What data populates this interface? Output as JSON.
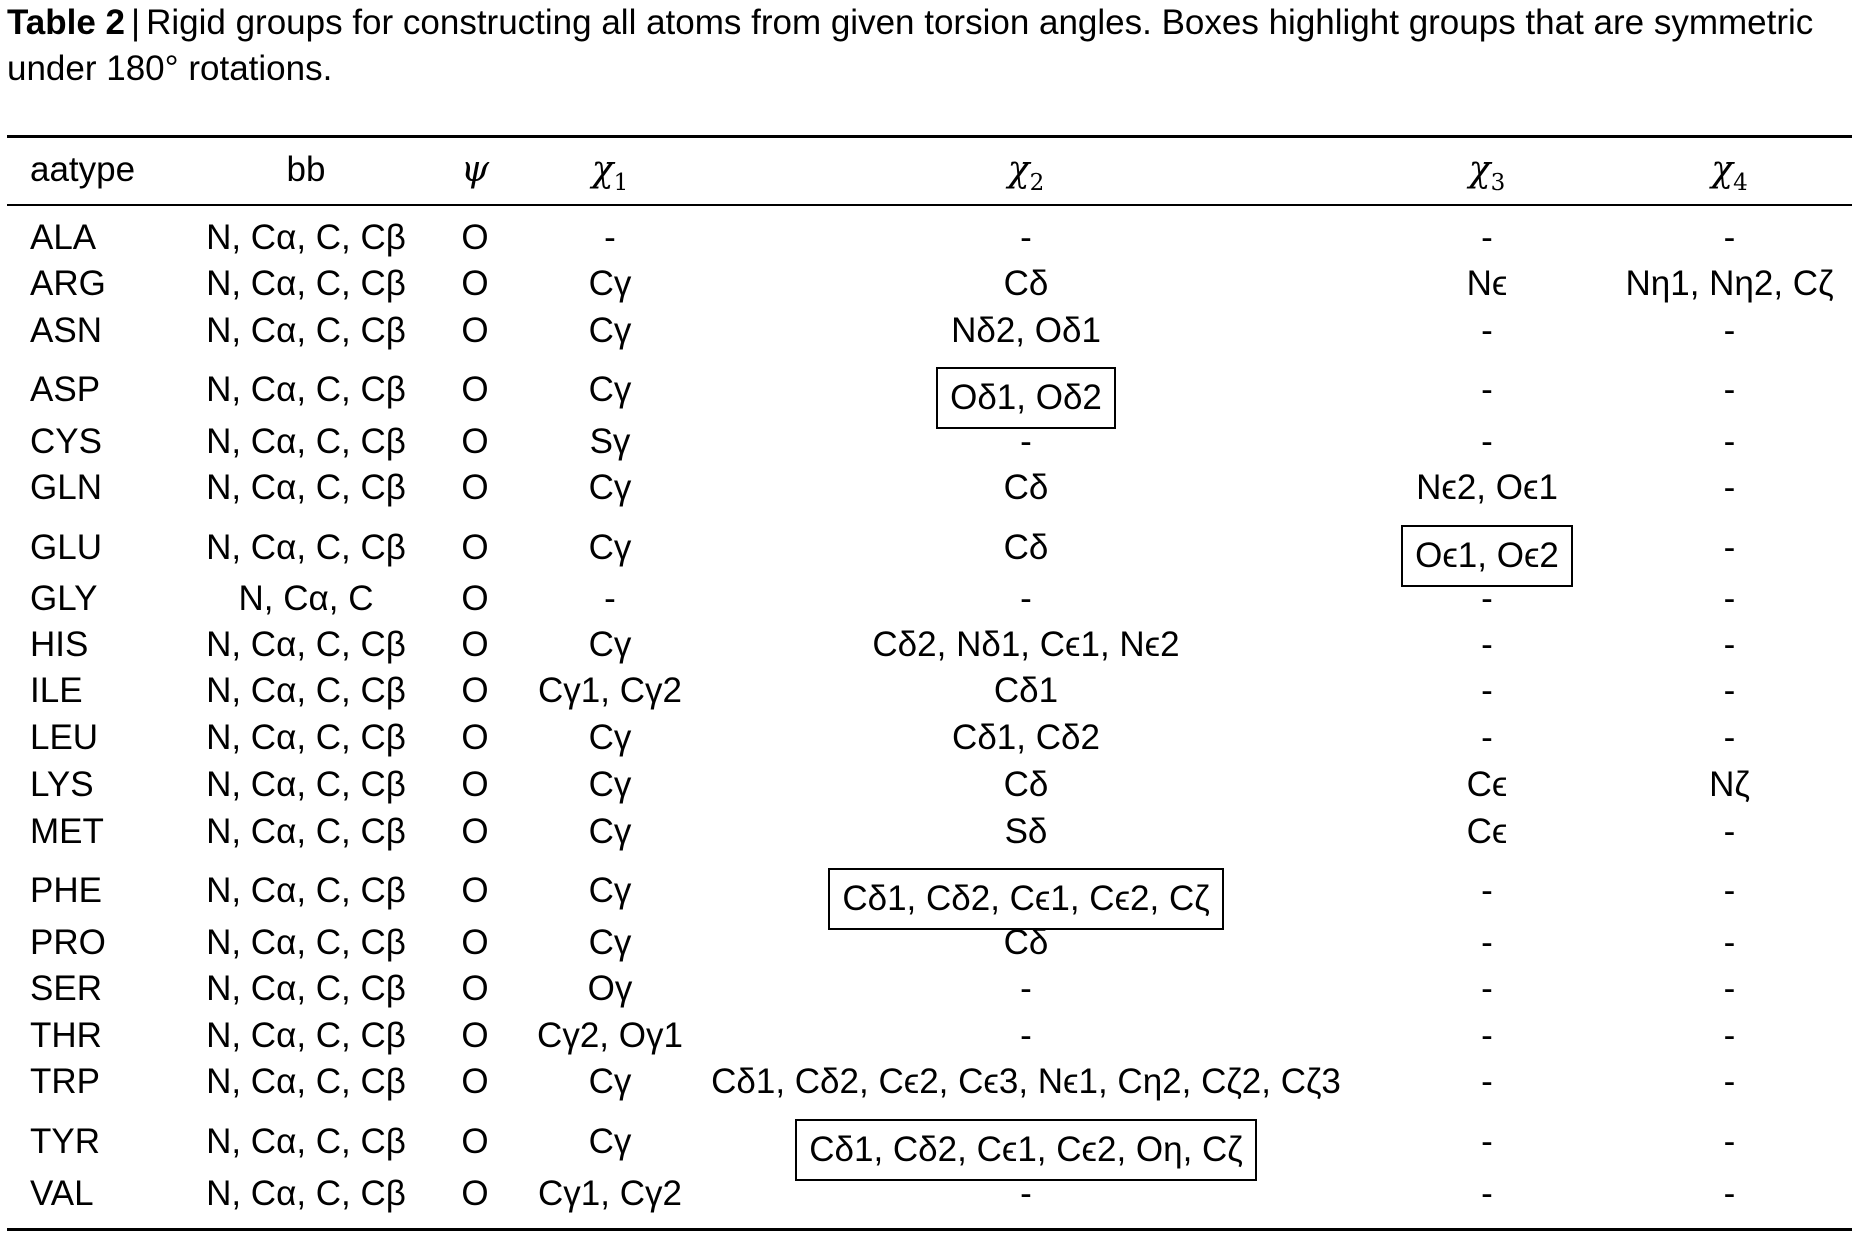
{
  "caption": {
    "label": "Table 2",
    "separator": "|",
    "text": "Rigid groups for constructing all atoms from given torsion angles. Boxes highlight groups that are symmetric under 180° rotations."
  },
  "table": {
    "headers": {
      "aatype": "aatype",
      "bb": "bb",
      "psi": "ψ",
      "chi1": "χ",
      "chi1_sub": "1",
      "chi2": "χ",
      "chi2_sub": "2",
      "chi3": "χ",
      "chi3_sub": "3",
      "chi4": "χ",
      "chi4_sub": "4"
    },
    "rows": [
      {
        "aatype": "ALA",
        "bb": "N, Cα, C, Cβ",
        "psi": "O",
        "chi1": "-",
        "chi2": "-",
        "chi3": "-",
        "chi4": "-",
        "boxed": ""
      },
      {
        "aatype": "ARG",
        "bb": "N, Cα, C, Cβ",
        "psi": "O",
        "chi1": "Cγ",
        "chi2": "Cδ",
        "chi3": "Nϵ",
        "chi4": "Nη1, Nη2, Cζ",
        "boxed": ""
      },
      {
        "aatype": "ASN",
        "bb": "N, Cα, C, Cβ",
        "psi": "O",
        "chi1": "Cγ",
        "chi2": "Nδ2, Oδ1",
        "chi3": "-",
        "chi4": "-",
        "boxed": ""
      },
      {
        "aatype": "ASP",
        "bb": "N, Cα, C, Cβ",
        "psi": "O",
        "chi1": "Cγ",
        "chi2": "Oδ1, Oδ2",
        "chi3": "-",
        "chi4": "-",
        "boxed": "chi2"
      },
      {
        "aatype": "CYS",
        "bb": "N, Cα, C, Cβ",
        "psi": "O",
        "chi1": "Sγ",
        "chi2": "-",
        "chi3": "-",
        "chi4": "-",
        "boxed": ""
      },
      {
        "aatype": "GLN",
        "bb": "N, Cα, C, Cβ",
        "psi": "O",
        "chi1": "Cγ",
        "chi2": "Cδ",
        "chi3": "Nϵ2, Oϵ1",
        "chi4": "-",
        "boxed": ""
      },
      {
        "aatype": "GLU",
        "bb": "N, Cα, C, Cβ",
        "psi": "O",
        "chi1": "Cγ",
        "chi2": "Cδ",
        "chi3": "Oϵ1, Oϵ2",
        "chi4": "-",
        "boxed": "chi3"
      },
      {
        "aatype": "GLY",
        "bb": "N, Cα, C",
        "psi": "O",
        "chi1": "-",
        "chi2": "-",
        "chi3": "-",
        "chi4": "-",
        "boxed": ""
      },
      {
        "aatype": "HIS",
        "bb": "N, Cα, C, Cβ",
        "psi": "O",
        "chi1": "Cγ",
        "chi2": "Cδ2, Nδ1, Cϵ1, Nϵ2",
        "chi3": "-",
        "chi4": "-",
        "boxed": ""
      },
      {
        "aatype": "ILE",
        "bb": "N, Cα, C, Cβ",
        "psi": "O",
        "chi1": "Cγ1, Cγ2",
        "chi2": "Cδ1",
        "chi3": "-",
        "chi4": "-",
        "boxed": ""
      },
      {
        "aatype": "LEU",
        "bb": "N, Cα, C, Cβ",
        "psi": "O",
        "chi1": "Cγ",
        "chi2": "Cδ1, Cδ2",
        "chi3": "-",
        "chi4": "-",
        "boxed": ""
      },
      {
        "aatype": "LYS",
        "bb": "N, Cα, C, Cβ",
        "psi": "O",
        "chi1": "Cγ",
        "chi2": "Cδ",
        "chi3": "Cϵ",
        "chi4": "Nζ",
        "boxed": ""
      },
      {
        "aatype": "MET",
        "bb": "N, Cα, C, Cβ",
        "psi": "O",
        "chi1": "Cγ",
        "chi2": "Sδ",
        "chi3": "Cϵ",
        "chi4": "-",
        "boxed": ""
      },
      {
        "aatype": "PHE",
        "bb": "N, Cα, C, Cβ",
        "psi": "O",
        "chi1": "Cγ",
        "chi2": "Cδ1, Cδ2, Cϵ1, Cϵ2, Cζ",
        "chi3": "-",
        "chi4": "-",
        "boxed": "chi2"
      },
      {
        "aatype": "PRO",
        "bb": "N, Cα, C, Cβ",
        "psi": "O",
        "chi1": "Cγ",
        "chi2": "Cδ",
        "chi3": "-",
        "chi4": "-",
        "boxed": ""
      },
      {
        "aatype": "SER",
        "bb": "N, Cα, C, Cβ",
        "psi": "O",
        "chi1": "Oγ",
        "chi2": "-",
        "chi3": "-",
        "chi4": "-",
        "boxed": ""
      },
      {
        "aatype": "THR",
        "bb": "N, Cα, C, Cβ",
        "psi": "O",
        "chi1": "Cγ2, Oγ1",
        "chi2": "-",
        "chi3": "-",
        "chi4": "-",
        "boxed": ""
      },
      {
        "aatype": "TRP",
        "bb": "N, Cα, C, Cβ",
        "psi": "O",
        "chi1": "Cγ",
        "chi2": "Cδ1, Cδ2, Cϵ2, Cϵ3, Nϵ1, Cη2, Cζ2, Cζ3",
        "chi3": "-",
        "chi4": "-",
        "boxed": ""
      },
      {
        "aatype": "TYR",
        "bb": "N, Cα, C, Cβ",
        "psi": "O",
        "chi1": "Cγ",
        "chi2": "Cδ1, Cδ2, Cϵ1, Cϵ2, Oη, Cζ",
        "chi3": "-",
        "chi4": "-",
        "boxed": "chi2"
      },
      {
        "aatype": "VAL",
        "bb": "N, Cα, C, Cβ",
        "psi": "O",
        "chi1": "Cγ1, Cγ2",
        "chi2": "-",
        "chi3": "-",
        "chi4": "-",
        "boxed": ""
      }
    ]
  }
}
